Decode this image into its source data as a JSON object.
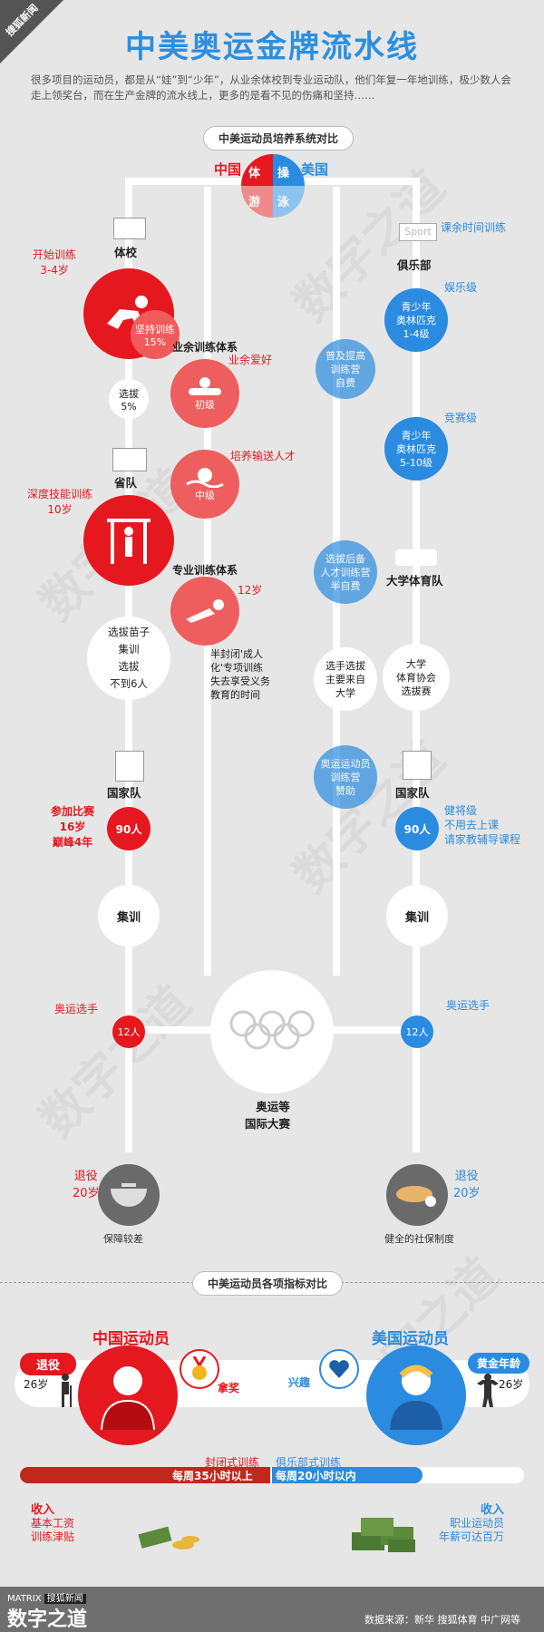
{
  "header": {
    "logo": "搜狐新闻",
    "title": "中美奥运金牌流水线",
    "intro": "很多项目的运动员，都是从“娃”到“少年”，从业余体校到专业运动队，他们年复一年地训练，极少数人会走上领奖台，而在生产金牌的流水线上，更多的是看不见的伤痛和坚持……"
  },
  "section1": {
    "title": "中美运动员培养系统对比",
    "china": "中国",
    "usa": "美国",
    "ti": "体",
    "cao": "操",
    "you": "游",
    "yong": "泳"
  },
  "china_path": {
    "tixiao": "体校",
    "kaishi": "开始训练",
    "kaishi_age": "3-4岁",
    "jianchi": "坚持训练",
    "jianchi_pct": "15%",
    "xuanba": "选拔",
    "xuanba_pct": "5%",
    "shengdui": "省队",
    "shendu": "深度技能训练",
    "shendu_age": "10岁",
    "miaozi": [
      "选拔苗子",
      "集训",
      "选拔",
      "不到6人"
    ],
    "guojiadui": "国家队",
    "canjia": "参加比赛",
    "canjia_age": "16岁",
    "dianfeng": "巅峰4年",
    "num90": "90人",
    "jixun": "集训",
    "aoyun": "奥运选手",
    "num12": "12人",
    "tuiyi": "退役",
    "tuiyi_age": "20岁",
    "baozhang": "保障较差"
  },
  "china_sys": {
    "yeyu_title": "业余训练体系",
    "yeyu_aihao": "业余爱好",
    "chuji": "初级",
    "peiyang": "培养输送人才",
    "zhongji": "中级",
    "zhuanye_title": "专业训练体系",
    "age12": "12岁",
    "note": [
      "半封闭'成人",
      "化'专项训练",
      "失去享受义务",
      "教育的时间"
    ]
  },
  "usa_path": {
    "sport": "Sport",
    "kecheng": "课余时间训练",
    "julebu": "俱乐部",
    "yule": "娱乐级",
    "ao1": [
      "青少年",
      "奥林匹克",
      "1-4级"
    ],
    "jingsai": "竞赛级",
    "ao2": [
      "青少年",
      "奥林匹克",
      "5-10级"
    ],
    "daxue": "大学体育队",
    "xiehui": [
      "大学",
      "体育协会",
      "选拔赛"
    ],
    "guojiadui": "国家队",
    "num90": "90人",
    "jianjiang": [
      "健将级",
      "不用去上课",
      "请家教辅导课程"
    ],
    "jixun": "集训",
    "aoyun": "奥运选手",
    "num12": "12人",
    "tuiyi": "退役",
    "tuiyi_age": "20岁",
    "shebao": "健全的社保制度"
  },
  "usa_sys": {
    "puji": [
      "普及提高",
      "训练营",
      "自费"
    ],
    "xuanba": [
      "选拔后备",
      "人才训练营",
      "半自费"
    ],
    "xuanshou": [
      "选手选拔",
      "主要来自",
      "大学"
    ],
    "zanzhu": [
      "奥运运动员",
      "训练营",
      "赞助"
    ]
  },
  "olympics": {
    "label1": "奥运等",
    "label2": "国际大赛"
  },
  "section2": {
    "title": "中美运动员各项指标对比",
    "china_title": "中国运动员",
    "usa_title": "美国运动员",
    "tuiyi": "退役",
    "age_cn": "26岁",
    "najiang": "拿奖",
    "xingqu": "兴趣",
    "huangjin": "黄金年龄",
    "age_us": "26岁",
    "fengbi": "封闭式训练",
    "julebu": "俱乐部式训练",
    "bar_cn": "每周35小时以上",
    "bar_us": "每周20小时以内",
    "shouru": "收入",
    "cn_income": [
      "基本工资",
      "训练津贴"
    ],
    "us_income": [
      "职业运动员",
      "年薪可达百万"
    ]
  },
  "footer": {
    "brand_top": "MATRIX",
    "brand_mid": "搜狐新闻",
    "brand_bottom": "数字之道",
    "source": "数据来源：新华 搜狐体育 中广网等"
  },
  "colors": {
    "red": "#e5171f",
    "blue": "#2a8be0",
    "bg": "#e6e6e6"
  }
}
